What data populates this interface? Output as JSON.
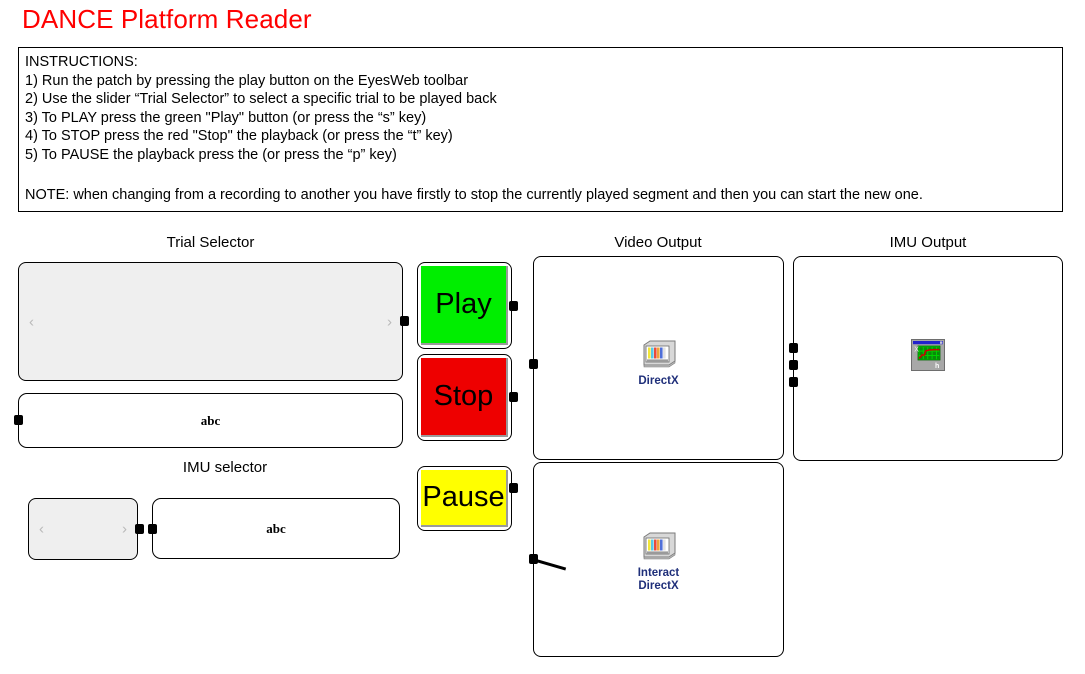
{
  "app": {
    "title": "DANCE Platform Reader",
    "title_color": "#ff0000"
  },
  "instructions": {
    "heading": "INSTRUCTIONS:",
    "lines": [
      "1) Run the patch by pressing the play button on the EyesWeb toolbar",
      "2) Use the slider “Trial Selector” to select a specific trial to be played back",
      "3) To PLAY press the green \"Play\" button (or press the “s” key)",
      "4) To STOP press the red \"Stop\" the playback (or press the “t” key)",
      "5) To PAUSE the playback press the (or press the “p” key)"
    ],
    "note": "NOTE: when changing from a recording to another you have firstly to stop the currently played segment and then you can start the new one."
  },
  "captions": {
    "trial_selector": "Trial Selector",
    "imu_selector": "IMU selector",
    "video_output": "Video Output",
    "imu_output": "IMU Output"
  },
  "trial_selector": {
    "arrow_left": "‹",
    "arrow_right": "›",
    "value_display": "abc"
  },
  "imu_selector": {
    "arrow_left": "‹",
    "arrow_right": "›",
    "value_display": "abc"
  },
  "transport": {
    "play_label": "Play",
    "play_color": "#00ee00",
    "stop_label": "Stop",
    "stop_color": "#ee0000",
    "pause_label": "Pause",
    "pause_color": "#ffff00"
  },
  "video_output": {
    "node_label": "DirectX",
    "node_label_color": "#1f2f7a"
  },
  "interact_output": {
    "node_label": "Interact\nDirectX",
    "node_label_color": "#1f2f7a"
  },
  "imu_output": {
    "node_label": "",
    "node_label_color": "#1f2f7a"
  }
}
